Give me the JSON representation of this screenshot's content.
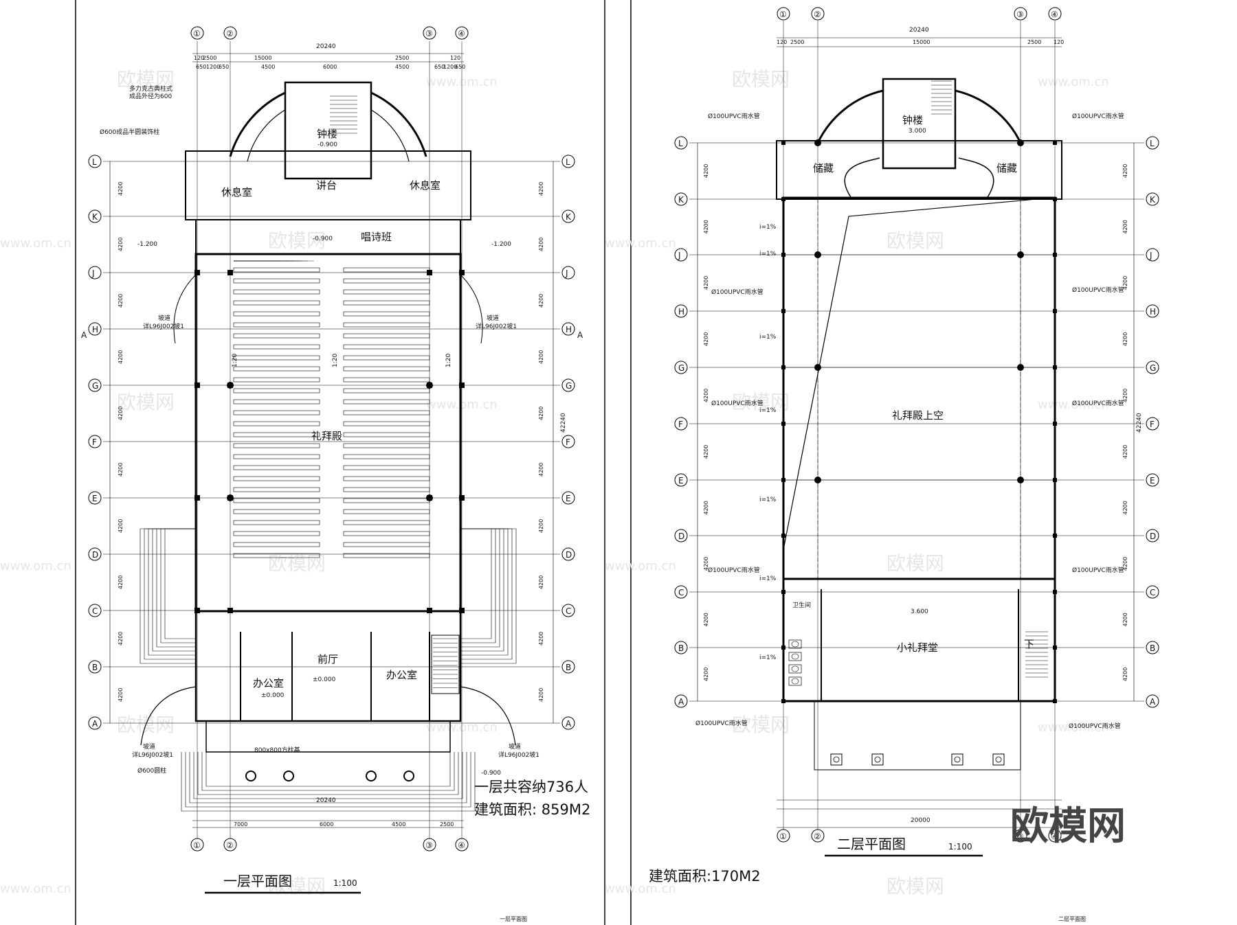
{
  "plan1": {
    "title": "一层平面图",
    "scale": "1:100",
    "capacity": "一层共容纳736人",
    "area": "建筑面积:  859M2",
    "footer": "一层平面图",
    "rooms": {
      "bell_tower": "钟楼",
      "pulpit": "讲台",
      "lounge_left": "休息室",
      "lounge_right": "休息室",
      "choir": "唱诗班",
      "sanctuary": "礼拜殿",
      "lobby": "前厅",
      "office_left": "办公室",
      "office_right": "办公室"
    },
    "notes": {
      "column_note_1": "多力克古典柱式",
      "column_note_2": "成品外径为600",
      "half_column": "Ø600成品半圆装饰柱",
      "round_column": "Ø600圆柱",
      "square_base": "800x800方柱基",
      "ramp_left": "坡道",
      "ramp_right": "坡道",
      "ramp_ref": "详L96J002坡1",
      "level_bell": "-0.900",
      "level_choir": "-0.900",
      "level_lobby": "±0.000",
      "level_office": "±0.000",
      "level_left": "-1.200",
      "level_right": "-1.200",
      "level_entry": "-0.900",
      "slope": "1:20",
      "section_a": "A"
    },
    "overall_width": "20240",
    "overall_height": "42240",
    "top_dims": [
      "120",
      "2500",
      "15000",
      "2500",
      "120"
    ],
    "top_sub_dims": [
      "650",
      "1200",
      "650",
      "4500",
      "6000",
      "4500",
      "650",
      "1200",
      "650"
    ],
    "bottom_dims": [
      "7000",
      "6000",
      "4500",
      "2500"
    ],
    "row_dims": [
      "4200",
      "4200",
      "4200",
      "4200",
      "4200",
      "4200",
      "4200",
      "4200",
      "4200",
      "4200"
    ]
  },
  "plan2": {
    "title": "二层平面图",
    "scale": "1:100",
    "area": "建筑面积:170M2",
    "footer": "二层平面图",
    "rooms": {
      "bell_tower": "钟楼",
      "storage_left": "储藏",
      "storage_right": "储藏",
      "void": "礼拜殿上空",
      "chapel": "小礼拜堂",
      "wc": "卫生间",
      "stair": "下"
    },
    "notes": {
      "rain_pipe": "Ø100UPVC雨水管",
      "slope": "i=1%",
      "level_bell": "3.000",
      "level_chapel": "3.600"
    },
    "overall_width": "20240",
    "overall_height": "42240",
    "bottom_total": "20000",
    "top_dims": [
      "120",
      "2500",
      "15000",
      "2500",
      "120"
    ]
  },
  "axes": {
    "columns": [
      "①",
      "②",
      "③",
      "④"
    ],
    "rows": [
      "L",
      "K",
      "J",
      "H",
      "G",
      "F",
      "E",
      "D",
      "C",
      "B",
      "A"
    ]
  },
  "watermark": {
    "brand": "欧模网",
    "site": "www.om.cn"
  }
}
